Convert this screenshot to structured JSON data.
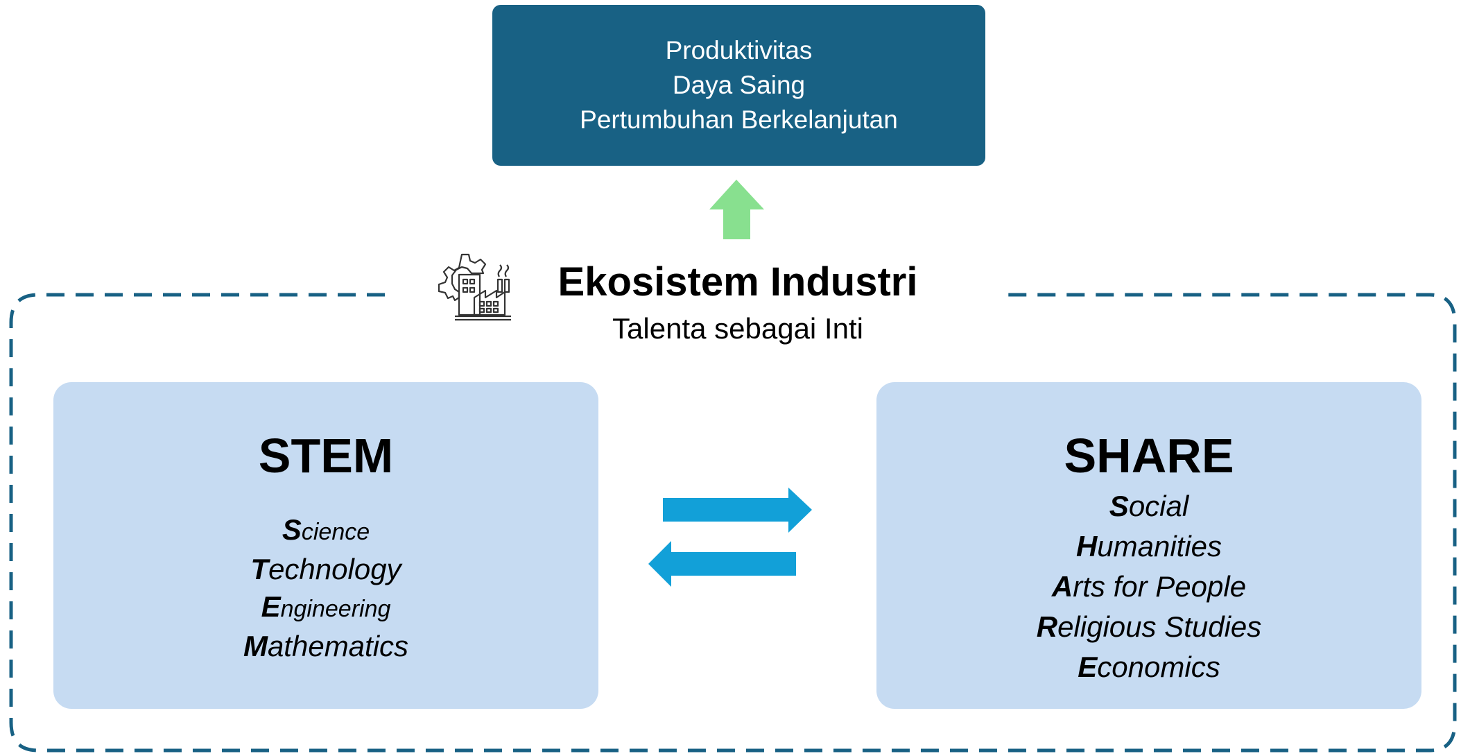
{
  "outcome": {
    "lines": [
      "Produktivitas",
      "Daya Saing",
      "Pertumbuhan Berkelanjutan"
    ]
  },
  "ecosystem": {
    "title": "Ekosistem Industri",
    "subtitle": "Talenta sebagai Inti"
  },
  "stem": {
    "title": "STEM",
    "items": [
      {
        "initial": "S",
        "rest": "cience"
      },
      {
        "initial": "T",
        "rest": "echnology"
      },
      {
        "initial": "E",
        "rest": "ngineering"
      },
      {
        "initial": "M",
        "rest": "athematics"
      }
    ]
  },
  "share": {
    "title": "SHARE",
    "items": [
      {
        "initial": "S",
        "rest": "ocial"
      },
      {
        "initial": "H",
        "rest": "umanities"
      },
      {
        "initial": "A",
        "rest": "rts for People"
      },
      {
        "initial": "R",
        "rest": "eligious Studies"
      },
      {
        "initial": "E",
        "rest": "conomics"
      }
    ]
  },
  "icons": {
    "up_arrow": "up-arrow-icon",
    "factory": "factory-gear-icon",
    "exchange": "bidirectional-arrows-icon"
  },
  "colors": {
    "outcome_box": "#186184",
    "frame_dash": "#186184",
    "field_box": "#c6dbf2",
    "up_arrow": "#88e08f",
    "exchange_arrows": "#12a0d8"
  }
}
